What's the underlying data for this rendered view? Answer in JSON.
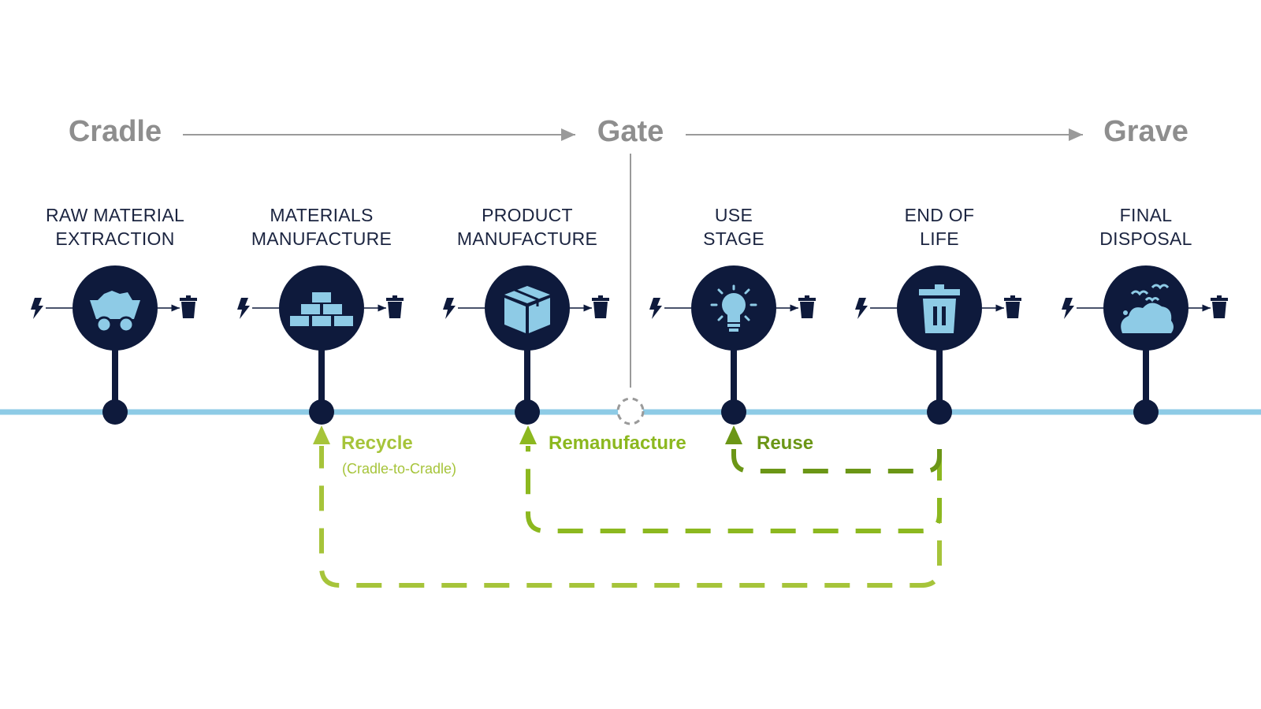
{
  "phases": {
    "cradle": "Cradle",
    "gate": "Gate",
    "grave": "Grave"
  },
  "stages": [
    {
      "line1": "RAW MATERIAL",
      "line2": "EXTRACTION",
      "icon": "mine-cart-icon"
    },
    {
      "line1": "MATERIALS",
      "line2": "MANUFACTURE",
      "icon": "bricks-icon"
    },
    {
      "line1": "PRODUCT",
      "line2": "MANUFACTURE",
      "icon": "box-icon"
    },
    {
      "line1": "USE",
      "line2": "STAGE",
      "icon": "lightbulb-icon"
    },
    {
      "line1": "END OF",
      "line2": "LIFE",
      "icon": "trash-bin-icon"
    },
    {
      "line1": "FINAL",
      "line2": "DISPOSAL",
      "icon": "cloud-birds-icon"
    }
  ],
  "loops": {
    "recycle": {
      "label": "Recycle",
      "sub": "(Cradle-to-Cradle)"
    },
    "remanufacture": {
      "label": "Remanufacture"
    },
    "reuse": {
      "label": "Reuse"
    }
  },
  "colors": {
    "navy": "#0e1a3c",
    "icon_fill": "#8ecbe6",
    "timeline": "#8ecbe6",
    "phase_text": "#8e8e8e",
    "recycle": "#a6c43a",
    "remanufacture": "#8cb81f",
    "reuse": "#6b9616"
  }
}
